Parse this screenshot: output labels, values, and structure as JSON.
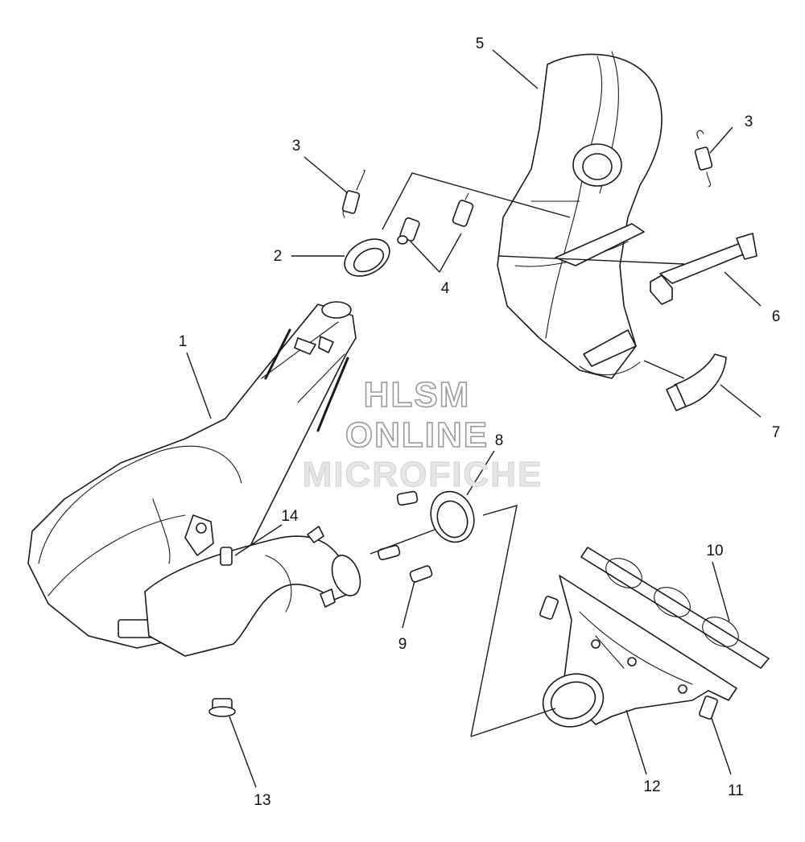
{
  "watermark": {
    "line1": "HLSM",
    "line2": "ONLINE",
    "line3": "MICROFICHE"
  },
  "callouts": [
    {
      "id": "callout-1",
      "label": "1"
    },
    {
      "id": "callout-2",
      "label": "2"
    },
    {
      "id": "callout-3-left",
      "label": "3"
    },
    {
      "id": "callout-3-right",
      "label": "3"
    },
    {
      "id": "callout-4",
      "label": "4"
    },
    {
      "id": "callout-5",
      "label": "5"
    },
    {
      "id": "callout-6",
      "label": "6"
    },
    {
      "id": "callout-7",
      "label": "7"
    },
    {
      "id": "callout-8",
      "label": "8"
    },
    {
      "id": "callout-9",
      "label": "9"
    },
    {
      "id": "callout-10",
      "label": "10"
    },
    {
      "id": "callout-11",
      "label": "11"
    },
    {
      "id": "callout-12",
      "label": "12"
    },
    {
      "id": "callout-13",
      "label": "13"
    },
    {
      "id": "callout-14",
      "label": "14"
    }
  ]
}
